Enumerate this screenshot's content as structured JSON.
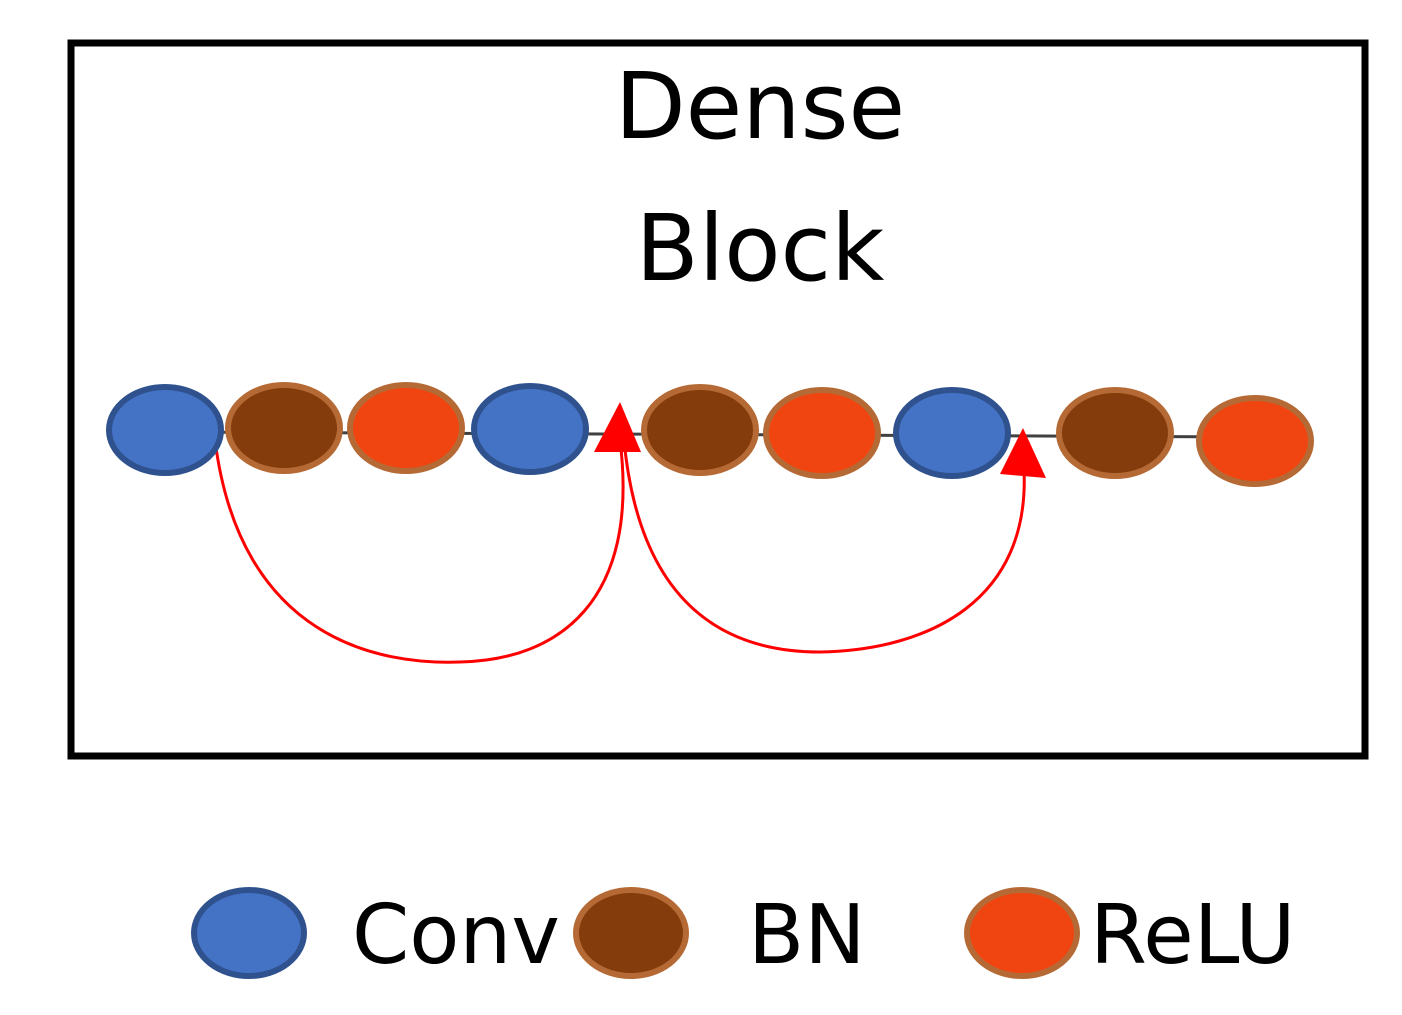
{
  "block": {
    "title_line1": "Dense",
    "title_line2": "Block"
  },
  "node_sequence": [
    "conv",
    "bn",
    "relu",
    "conv",
    "bn",
    "relu",
    "conv",
    "bn",
    "relu"
  ],
  "node_types": {
    "conv": {
      "fill": "#4472C4",
      "stroke": "#2F528F"
    },
    "bn": {
      "fill": "#843C0C",
      "stroke": "#B56A35"
    },
    "relu": {
      "fill": "#F04510",
      "stroke": "#B56A35"
    }
  },
  "colors": {
    "skip_arrow": "#FF0000",
    "connector": "#404040",
    "frame": "#000000"
  },
  "legend": [
    {
      "type": "conv",
      "label": "Conv"
    },
    {
      "type": "bn",
      "label": "BN"
    },
    {
      "type": "relu",
      "label": "ReLU"
    }
  ]
}
